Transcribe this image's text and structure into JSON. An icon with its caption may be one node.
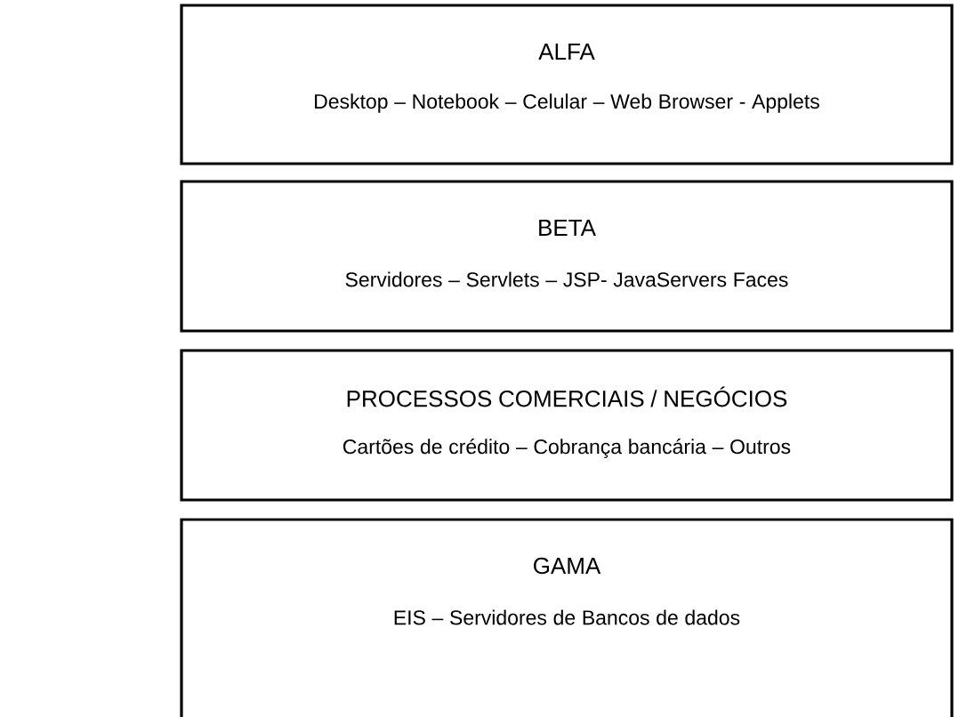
{
  "diagram": {
    "nodes": [
      {
        "text": [
          "ALFA",
          "Desktop – Notebook – Celular – Web Browser - Applets"
        ]
      },
      {
        "text": [
          "BETA",
          "Servidores – Servlets – JSP- JavaServers Faces"
        ]
      },
      {
        "text": [
          "PROCESSOS COMERCIAIS / NEGÓCIOS",
          "Cartões de crédito – Cobrança bancária – Outros"
        ]
      },
      {
        "text": [
          "GAMA",
          "EIS – Servidores de Bancos de dados"
        ]
      }
    ]
  }
}
